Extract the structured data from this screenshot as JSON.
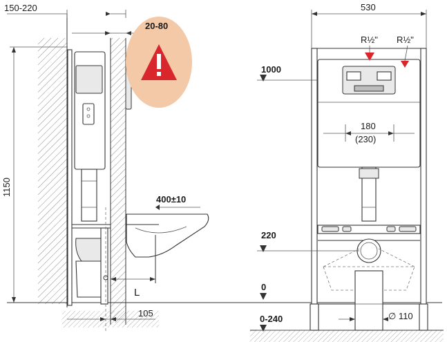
{
  "side_view": {
    "wall_offset": "150-220",
    "wall_gap": "20-80",
    "height": "1150",
    "seat_height": "400±10",
    "length_label": "L",
    "pipe_offset": "105"
  },
  "front_view": {
    "width": "530",
    "inlet_left": "R½\"",
    "inlet_right": "R½\"",
    "level_top": "1000",
    "spacing": "180",
    "spacing_alt": "(230)",
    "level_outlet": "220",
    "level_zero": "0",
    "floor_range": "0-240",
    "drain_diameter": "∅ 110"
  },
  "colors": {
    "warning_halo": "#f3c9a8",
    "warning_triangle": "#d9262c",
    "inlet_marker": "#d9262c",
    "hatch": "#888888",
    "line": "#333333"
  },
  "icons": {
    "warning": "warning-triangle-icon",
    "inlet": "inlet-marker-icon"
  }
}
